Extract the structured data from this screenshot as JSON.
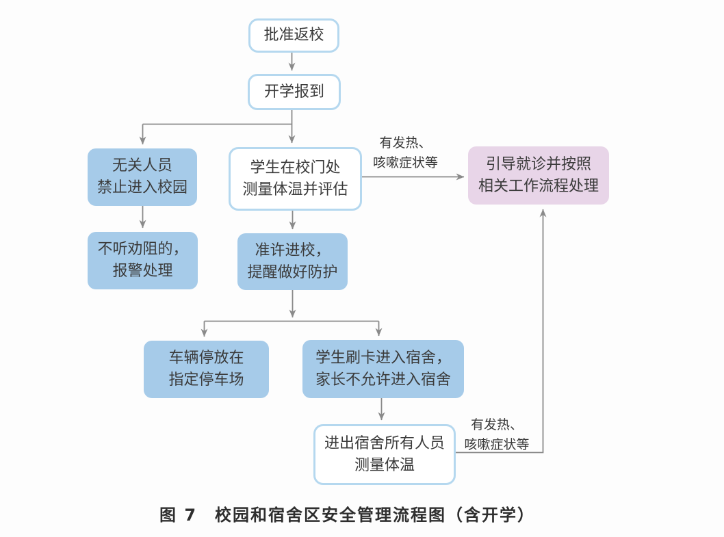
{
  "figure": {
    "caption": "图 7　校园和宿舍区安全管理流程图（含开学）"
  },
  "nodes": {
    "approve_return": {
      "label": "批准返校"
    },
    "report_enrollment": {
      "label": "开学报到"
    },
    "unrelated_personnel": {
      "label": "无关人员\n禁止进入校园"
    },
    "gate_temperature": {
      "label": "学生在校门处\n测量体温并评估"
    },
    "guide_treatment": {
      "label": "引导就诊并按照\n相关工作流程处理"
    },
    "refuse_police": {
      "label": "不听劝阻的，\n报警处理"
    },
    "allow_entry": {
      "label": "准许进校，\n提醒做好防护"
    },
    "vehicle_parking": {
      "label": "车辆停放在\n指定停车场"
    },
    "dorm_card_entry": {
      "label": "学生刷卡进入宿舍，\n家长不允许进入宿舍"
    },
    "dorm_temperature": {
      "label": "进出宿舍所有人员\n测量体温"
    }
  },
  "edge_labels": {
    "gate_symptoms": "有发热、\n咳嗽症状等",
    "dorm_symptoms": "有发热、\n咳嗽症状等"
  },
  "colors": {
    "process_fill": "#a6cbe9",
    "outline_border": "#b5d8ef",
    "alert_fill": "#e8d5e8",
    "connector": "#8a8a8a",
    "text": "#3b3b3b"
  }
}
